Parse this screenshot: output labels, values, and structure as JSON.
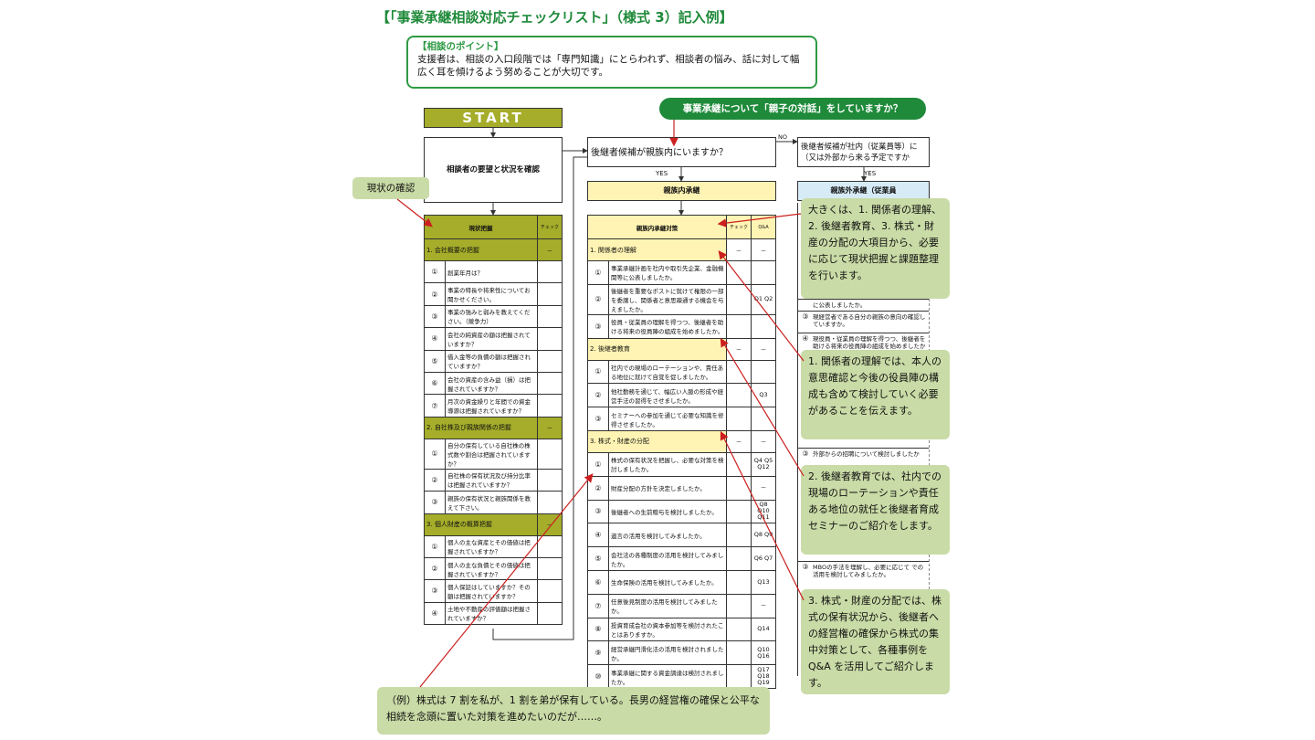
{
  "title": "【「事業承継相談対応チェックリスト」（様式 3）記入例】",
  "point": {
    "heading": "【相談のポイント】",
    "body": "支援者は、相談の入口段階では「専門知識」にとらわれず、相談者の悩み、話に対して幅広く耳を傾けるよう努めることが大切です。"
  },
  "question_bubble": "事業承継について「親子の対話」をしていますか？",
  "start_label": "START",
  "status_box": "相談者の要望と状況を確認",
  "q1": "後継者候補が親族内にいますか？",
  "q2": "後継者候補が社内（従業員等）に（又は外部から来る予定ですか",
  "yes_label": "YES",
  "no_label": "NO",
  "shinzoku_header": "親族内承継",
  "shinzokugai_header": "親族外承継（従業員",
  "genjo_label": "現状の確認",
  "left_table": {
    "header": "現状把握",
    "check_header": "チェック",
    "sections": [
      {
        "title": "1. 会社概要の把握",
        "mark": "－",
        "items": [
          {
            "n": "①",
            "t": "創業年月は？"
          },
          {
            "n": "②",
            "t": "事業の特長や将来性についてお聞かせください。"
          },
          {
            "n": "③",
            "t": "事業の強みと弱みを教えてください。（競争力）"
          },
          {
            "n": "④",
            "t": "会社の純資産の額は把握されていますか？"
          },
          {
            "n": "⑤",
            "t": "借入金等の負債の額は把握されていますか？"
          },
          {
            "n": "⑥",
            "t": "会社の資産の含み益（損）は把握されていますか？"
          },
          {
            "n": "⑦",
            "t": "月次の資金繰りと年間での資金導源は把握されていますか？"
          }
        ]
      },
      {
        "title": "2. 自社株及び親族関係の把握",
        "mark": "－",
        "items": [
          {
            "n": "①",
            "t": "自分の保有している自社株の株式数や割合は把握されていますか？"
          },
          {
            "n": "②",
            "t": "自社株の保有状況及び持分比率は把握されていますか？"
          },
          {
            "n": "③",
            "t": "親族の保有状況と親族関係を教えて下さい。"
          }
        ]
      },
      {
        "title": "3. 個人財産の概算把握",
        "mark": "－",
        "items": [
          {
            "n": "①",
            "t": "個人の主な資産とその価値は把握されていますか？"
          },
          {
            "n": "②",
            "t": "個人の主な負債とその価値は把握されていますか？"
          },
          {
            "n": "③",
            "t": "個人保証はしていますか？その額は把握されていますか？"
          },
          {
            "n": "④",
            "t": "土地や不動産の評価額は把握されていますか？"
          }
        ]
      }
    ]
  },
  "mid_table": {
    "header": "親族内承継対策",
    "check_header": "チェック",
    "qa_header": "Q&A",
    "sections": [
      {
        "title": "1. 関係者の理解",
        "mark": "－",
        "qa": "－",
        "items": [
          {
            "n": "①",
            "t": "事業承継計画を社内や取引先企業、金融機関等に公表しましたか。",
            "qa": ""
          },
          {
            "n": "②",
            "t": "後継者を重要なポストに就けて権限の一部を委譲し、関係者と意思疎通する機会を与えましたか。",
            "qa": "Q1 Q2"
          },
          {
            "n": "③",
            "t": "役員・従業員の理解を得つつ、後継者を助ける将来の役員陣の組成を始めましたか。",
            "qa": ""
          }
        ]
      },
      {
        "title": "2. 後継者教育",
        "mark": "－",
        "qa": "－",
        "items": [
          {
            "n": "①",
            "t": "社内での現場のローテーションや、責任ある地位に就けて自覚を促しましたか。",
            "qa": ""
          },
          {
            "n": "②",
            "t": "他社勤務を通じて、幅広い人脈の形成や経営手法の習得をさせましたか。",
            "qa": "Q3"
          },
          {
            "n": "③",
            "t": "セミナーへの参加を通じて必要な知識を修得させましたか。",
            "qa": ""
          }
        ]
      },
      {
        "title": "3. 株式・財産の分配",
        "mark": "－",
        "qa": "－",
        "items": [
          {
            "n": "①",
            "t": "株式の保有状況を把握し、必要な対策を検討しましたか。",
            "qa": "Q4 Q5 Q12"
          },
          {
            "n": "②",
            "t": "財産分配の方針を決定しましたか。",
            "qa": "－"
          },
          {
            "n": "③",
            "t": "後継者への生前贈与を検討しましたか。",
            "qa": "Q8 Q10 Q11"
          },
          {
            "n": "④",
            "t": "遺言の活用を検討してみましたか。",
            "qa": "Q8 Q9"
          },
          {
            "n": "⑤",
            "t": "会社法の各種制度の活用を検討してみましたか。",
            "qa": "Q6 Q7"
          },
          {
            "n": "⑥",
            "t": "生命保険の活用を検討してみましたか。",
            "qa": "Q13"
          },
          {
            "n": "⑦",
            "t": "任意後見制度の活用を検討してみましたか。",
            "qa": "－"
          },
          {
            "n": "⑧",
            "t": "投資育成会社の資本参加等を検討されたことはありますか。",
            "qa": "Q14"
          },
          {
            "n": "⑨",
            "t": "経営承継円滑化法の活用を検討されましたか。",
            "qa": "Q10 Q16"
          },
          {
            "n": "⑩",
            "t": "事業承継に関する資金調達は検討されましたか。",
            "qa": "Q17 Q18 Q19"
          }
        ]
      }
    ]
  },
  "right_partial": [
    {
      "n": "",
      "t": "に公表しましたか。"
    },
    {
      "n": "③",
      "t": "現経営者である自分の親族の意向の確認していますか。"
    },
    {
      "n": "④",
      "t": "現役員・従業員の理解を得つつ、後継者を助ける将来の役員陣の組成を始めましたか"
    },
    {
      "n": "③",
      "t": "外部からの招聘について検討しましたか"
    },
    {
      "n": "③",
      "t": "MBOの手法を理解し、必要に応じて での活用を検討してみましたか。"
    }
  ],
  "callouts": {
    "c0": "大きくは、1. 関係者の理解、2. 後継者教育、3. 株式・財産の分配の大項目から、必要に応じて現状把握と課題整理を行います。",
    "c1": "1. 関係者の理解では、本人の意思確認と今後の役員陣の構成も含めて検討していく必要があることを伝えます。",
    "c2": "2. 後継者教育では、社内での現場のローテーションや責任ある地位の就任と後継者育成セミナーのご紹介をします。",
    "c3": "3. 株式・財産の分配では、株式の保有状況から、後継者への経営権の確保から株式の集中対策として、各種事例を Q&A を活用してご紹介します。"
  },
  "example": "（例）株式は 7 割を私が、1 割を弟が保有している。長男の経営権の確保と公平な相続を念頭に置いた対策を進めたいのだが……。",
  "colors": {
    "green": "#1f8a3a",
    "olive": "#a5ad2a",
    "yellow": "#fff4b3",
    "callout": "#c9dba6",
    "arrow": "#cc1f1f"
  }
}
